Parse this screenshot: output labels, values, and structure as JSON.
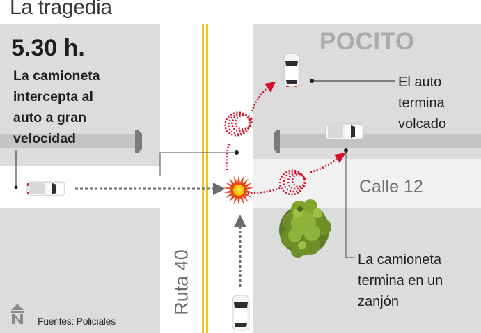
{
  "header": {
    "title": "La tragedia"
  },
  "scene": {
    "time": "5.30 h.",
    "description_lines": [
      "La camioneta",
      "intercepta al",
      "auto a gran",
      "velocidad"
    ],
    "place_label": "POCITO",
    "street_label": "Calle 12",
    "route_label": "Ruta 40",
    "annotations": {
      "car_outcome_lines": [
        "El auto",
        "termina",
        "volcado"
      ],
      "truck_outcome_lines": [
        "La camioneta",
        "termina en un",
        "zanjón"
      ]
    },
    "icons": {
      "north": "north-arrow-icon",
      "collision": "explosion-icon",
      "tree": "tree-icon",
      "car": "car-icon",
      "truck": "pickup-truck-icon"
    },
    "colors": {
      "block_gray": "#dcdcdc",
      "road_white": "#ffffff",
      "street_light": "#f1f1f1",
      "median_gray": "#c4c4c4",
      "center_line_yellow": "#f6c21c",
      "trajectory_red": "#d7102a",
      "approach_gray": "#6b6b6b",
      "explosion_orange": "#e8431a",
      "explosion_yellow": "#f7c600",
      "tree_green": "#7fa32b"
    }
  },
  "footer": {
    "source": "Fuentes: Policiales"
  }
}
